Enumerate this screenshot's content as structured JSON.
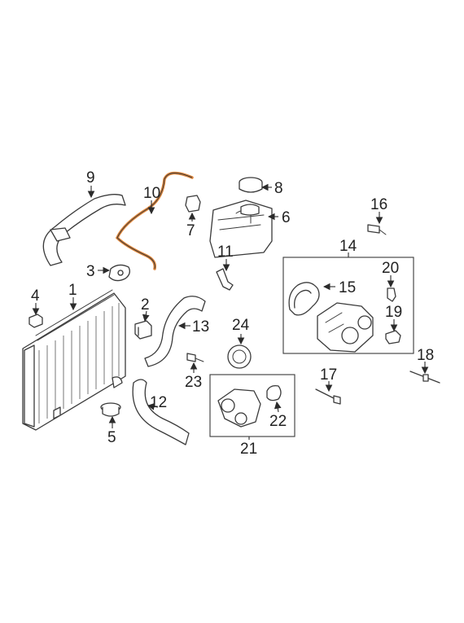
{
  "colors": {
    "line": "#3a3a3a",
    "highlight": "#e0863a",
    "background": "#ffffff"
  },
  "callouts": {
    "c1": "1",
    "c2": "2",
    "c3": "3",
    "c4": "4",
    "c5": "5",
    "c6": "6",
    "c7": "7",
    "c8": "8",
    "c9": "9",
    "c10": "10",
    "c11": "11",
    "c12": "12",
    "c13": "13",
    "c14": "14",
    "c15": "15",
    "c16": "16",
    "c17": "17",
    "c18": "18",
    "c19": "19",
    "c20": "20",
    "c21": "21",
    "c22": "22",
    "c23": "23",
    "c24": "24"
  }
}
